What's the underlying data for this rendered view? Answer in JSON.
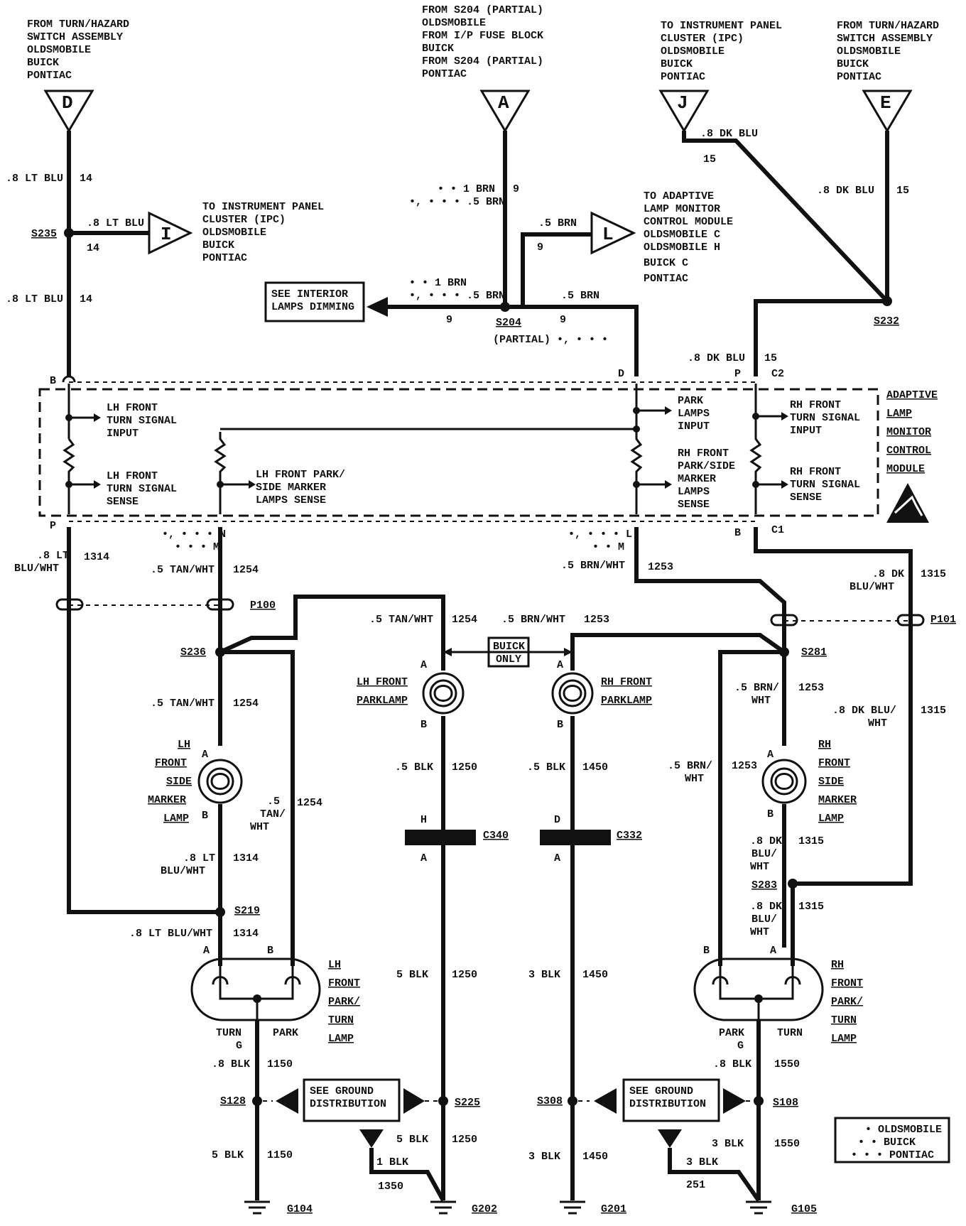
{
  "connectors_top": {
    "D": {
      "letter": "D",
      "lines": [
        "FROM TURN/HAZARD",
        "SWITCH ASSEMBLY",
        "OLDSMOBILE",
        "BUICK",
        "PONTIAC"
      ]
    },
    "A": {
      "letter": "A",
      "lines": [
        "FROM S204 (PARTIAL)",
        "OLDSMOBILE",
        "FROM I/P FUSE BLOCK",
        "BUICK",
        "FROM S204 (PARTIAL)",
        "PONTIAC"
      ]
    },
    "J": {
      "letter": "J",
      "lines": [
        "TO INSTRUMENT PANEL",
        "CLUSTER (IPC)",
        "OLDSMOBILE",
        "BUICK",
        "PONTIAC"
      ]
    },
    "E": {
      "letter": "E",
      "lines": [
        "FROM TURN/HAZARD",
        "SWITCH ASSEMBLY",
        "OLDSMOBILE",
        "BUICK",
        "PONTIAC"
      ]
    },
    "I": {
      "letter": "I",
      "lines": [
        "TO INSTRUMENT PANEL",
        "CLUSTER (IPC)",
        "OLDSMOBILE",
        "BUICK",
        "PONTIAC"
      ]
    },
    "L": {
      "letter": "L",
      "lines": [
        "TO ADAPTIVE",
        "LAMP MONITOR",
        "CONTROL MODULE",
        "OLDSMOBILE C",
        "OLDSMOBILE H",
        "BUICK C",
        "PONTIAC"
      ]
    }
  },
  "wires": {
    "w1": ".8 LT BLU",
    "c14": "14",
    "w9a": "• • 1 BRN",
    "w9b": "•, • • • .5 BRN",
    "c9": "9",
    "w5brn": ".5 BRN",
    "j1": ".8 DK BLU",
    "c15": "15",
    "see_interior": [
      "SEE INTERIOR",
      "LAMPS DIMMING"
    ],
    "s204_partial": "(PARTIAL) •, • • •",
    "w1314": ".8 LT",
    "w1314b": "BLU/WHT",
    "c1314": "1314",
    "w1254": ".5 TAN/WHT",
    "c1254": "1254",
    "w1253": ".5 BRN/WHT",
    "c1253": "1253",
    "w1315a": ".8 DK",
    "w1315b": "BLU/WHT",
    "c1315": "1315",
    "w1250": ".5 BLK",
    "c1250": "1250",
    "w1450": ".5 BLK",
    "c1450": "1450",
    "w5blk": "5 BLK",
    "w3blk": "3 BLK",
    "w1150": ".8 BLK",
    "c1150": "1150",
    "w1550": ".8 BLK",
    "c1550": "1550",
    "c1350": "1350",
    "w1blk": "1 BLK",
    "c251": "251",
    "tan_a": ".5",
    "tan_b": "TAN/",
    "tan_c": "WHT",
    "brn_a": ".5 BRN/",
    "brn_b": "WHT",
    "dkblu_a": ".8 DK BLU/",
    "dkblu_b": "WHT",
    "lt_a": ".8 LT",
    "lt_b": "BLU/WHT",
    "ltfull": ".8 LT BLU/WHT",
    "dk_a": ".8 DK",
    "dk_b": "BLU/",
    "dk_c": "WHT"
  },
  "splices": {
    "s235": "S235",
    "s204": "S204",
    "s232": "S232",
    "s236": "S236",
    "s281": "S281",
    "s219": "S219",
    "s283": "S283",
    "s128": "S128",
    "s225": "S225",
    "s308": "S308",
    "s108": "S108",
    "p100": "P100",
    "p101": "P101",
    "c340": "C340",
    "c332": "C332",
    "g104": "G104",
    "g202": "G202",
    "g201": "G201",
    "g105": "G105"
  },
  "module": {
    "title": [
      "ADAPTIVE",
      "LAMP",
      "MONITOR",
      "CONTROL",
      "MODULE"
    ],
    "lh_in": [
      "LH FRONT",
      "TURN SIGNAL",
      "INPUT"
    ],
    "lh_sense": [
      "LH FRONT",
      "TURN SIGNAL",
      "SENSE"
    ],
    "lh_park": [
      "LH FRONT PARK/",
      "SIDE MARKER",
      "LAMPS SENSE"
    ],
    "park_in": [
      "PARK",
      "LAMPS",
      "INPUT"
    ],
    "rh_park": [
      "RH FRONT",
      "PARK/SIDE",
      "MARKER",
      "LAMPS",
      "SENSE"
    ],
    "rh_in": [
      "RH FRONT",
      "TURN SIGNAL",
      "INPUT"
    ],
    "rh_sense": [
      "RH FRONT",
      "TURN SIGNAL",
      "SENSE"
    ],
    "pins": {
      "B": "B",
      "D": "D",
      "P": "P",
      "C2": "C2",
      "C1": "C1",
      "N": "•, • • • N",
      "M": "• • • M",
      "L": "•, • • • L",
      "M2": "• • M"
    }
  },
  "lamps": {
    "lh_park": [
      "LH FRONT",
      "PARKLAMP"
    ],
    "rh_park": [
      "RH FRONT",
      "PARKLAMP"
    ],
    "buick_only": [
      "BUICK",
      "ONLY"
    ],
    "lh_side": [
      "LH",
      "FRONT",
      "SIDE",
      "MARKER",
      "LAMP"
    ],
    "rh_side": [
      "RH",
      "FRONT",
      "SIDE",
      "MARKER",
      "LAMP"
    ],
    "lh_turn": [
      "LH",
      "FRONT",
      "PARK/",
      "TURN",
      "LAMP"
    ],
    "rh_turn": [
      "RH",
      "FRONT",
      "PARK/",
      "TURN",
      "LAMP"
    ],
    "turn": "TURN",
    "park": "PARK",
    "g": "G",
    "a": "A",
    "b": "B",
    "h": "H",
    "d": "D"
  },
  "ground_box": [
    "SEE GROUND",
    "DISTRIBUTION"
  ],
  "legend": [
    "• OLDSMOBILE",
    "• • BUICK",
    "• • • PONTIAC"
  ]
}
